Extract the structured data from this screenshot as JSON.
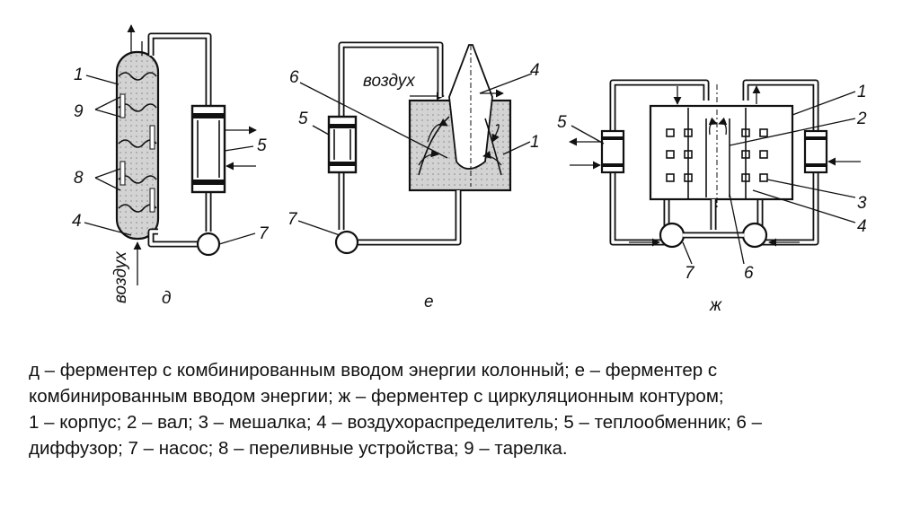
{
  "diagram_d": {
    "panel_label": "д",
    "air_label": "воздух",
    "callouts": [
      "1",
      "9",
      "8",
      "4",
      "5",
      "7"
    ]
  },
  "diagram_e": {
    "panel_label": "е",
    "air_label": "воздух",
    "callouts": [
      "6",
      "4",
      "5",
      "1",
      "7"
    ]
  },
  "diagram_zh": {
    "panel_label": "ж",
    "callouts": [
      "5",
      "1",
      "2",
      "3",
      "4",
      "7",
      "6"
    ]
  },
  "caption": {
    "line1": "д – ферментер с комбинированным вводом энергии колонный; е – ферментер с",
    "line2": "комбинированным вводом энергии; ж – ферментер с циркуляционным контуром;",
    "line3": "1 – корпус; 2 – вал; 3 – мешалка; 4 – воздухораспределитель; 5 – теплообменник; 6 –",
    "line4": "диффузор; 7 – насос; 8 – переливные устройства; 9 – тарелка."
  },
  "colors": {
    "ink": "#111111",
    "fill_grey": "#c9c9c9",
    "background": "#ffffff"
  }
}
